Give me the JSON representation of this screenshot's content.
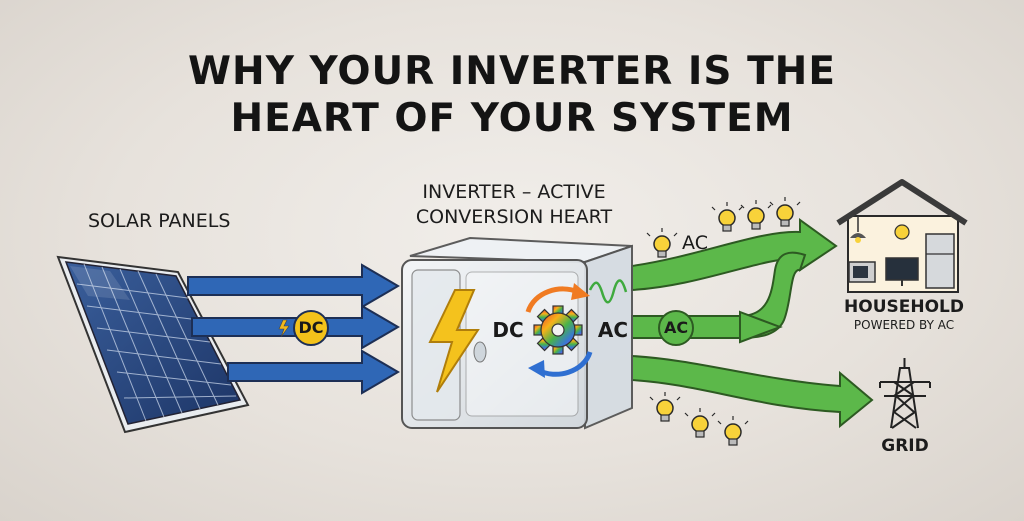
{
  "title": {
    "line1": "WHY YOUR INVERTER IS THE",
    "line2": "HEART OF YOUR SYSTEM"
  },
  "labels": {
    "solar_panels": "SOLAR PANELS",
    "inverter_line1": "INVERTER – ACTIVE",
    "inverter_line2": "CONVERSION HEART",
    "dc_badge": "DC",
    "inverter_dc": "DC",
    "inverter_ac": "AC",
    "ac_badge": "AC",
    "ac_top": "AC",
    "household": "HOUSEHOLD",
    "household_sub": "POWERED BY AC",
    "grid": "GRID"
  },
  "colors": {
    "dc_arrow": "#2f67b6",
    "ac_arrow": "#5cb84a",
    "badge": "#f3c21a",
    "bolt": "#f1b81c",
    "panel": "#25477f"
  },
  "icons": [
    "solar-panel-icon",
    "lightning-bolt-icon",
    "gear-icon",
    "wave-icon",
    "lightbulb-icon",
    "house-icon",
    "power-tower-icon"
  ]
}
